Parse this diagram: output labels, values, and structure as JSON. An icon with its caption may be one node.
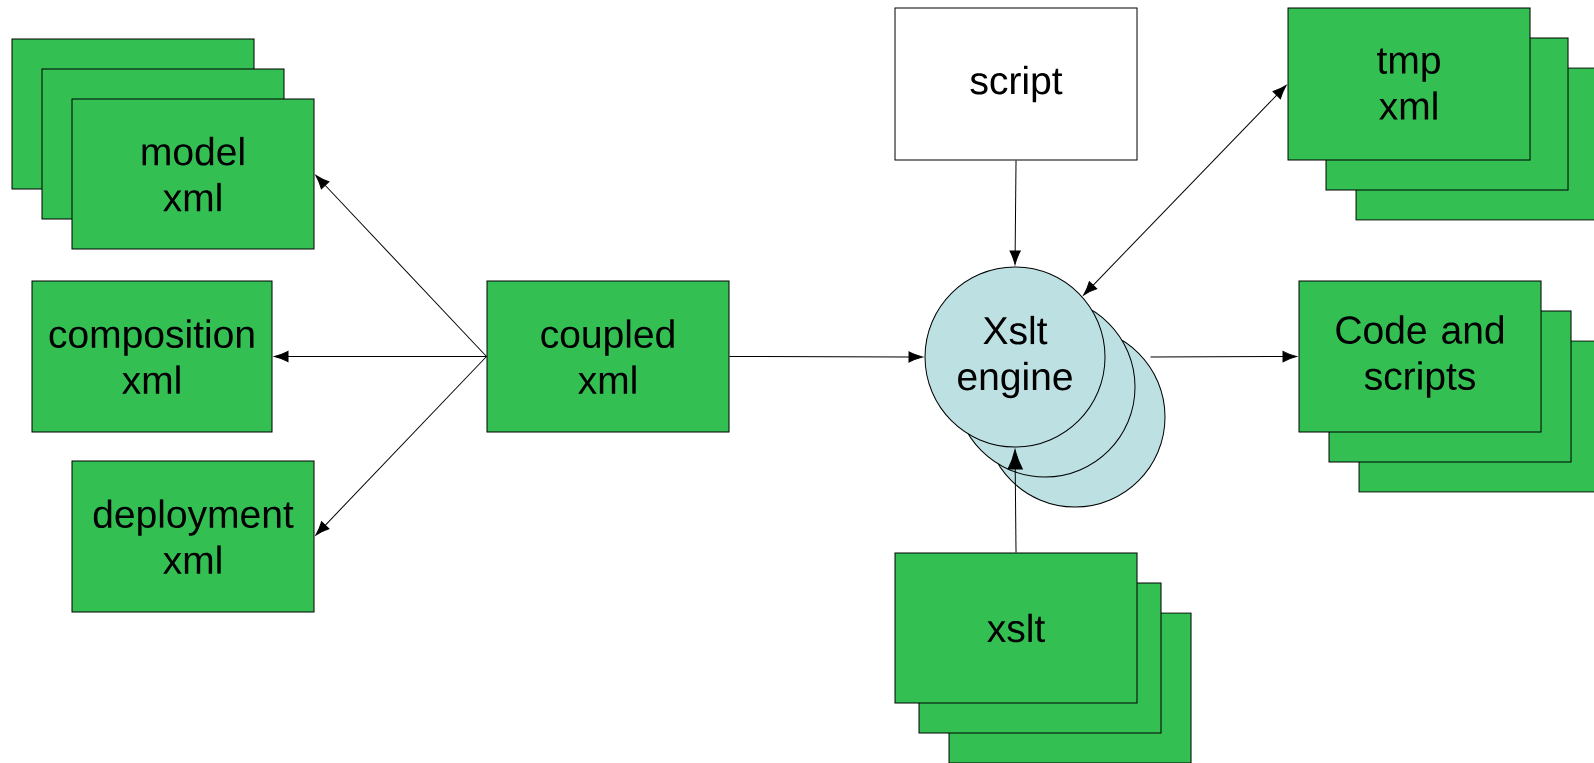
{
  "diagram": {
    "nodes": [
      {
        "text": [
          "model xml"
        ]
      },
      {
        "text": [
          "composition xml"
        ]
      },
      {
        "text": [
          "deployment xml"
        ]
      },
      {
        "text": [
          "coupled xml"
        ]
      },
      {
        "text": [
          "script"
        ]
      },
      {
        "text": [
          "Xslt engine"
        ]
      },
      {
        "text": [
          "xslt"
        ]
      },
      {
        "text": [
          "tmp xml"
        ]
      },
      {
        "text": [
          "Code and scripts"
        ]
      }
    ],
    "edges": [
      {
        "from": 3,
        "to": 0,
        "arrow": "to"
      },
      {
        "from": 3,
        "to": 1,
        "arrow": "to"
      },
      {
        "from": 3,
        "to": 2,
        "arrow": "to"
      },
      {
        "from": 3,
        "to": 5,
        "arrow": "to"
      },
      {
        "from": 4,
        "to": 5,
        "arrow": "to"
      },
      {
        "from": 6,
        "to": 5,
        "arrow": "to"
      },
      {
        "from": 5,
        "to": 7,
        "arrow": "both"
      },
      {
        "from": 5,
        "to": 8,
        "arrow": "to"
      }
    ]
  }
}
